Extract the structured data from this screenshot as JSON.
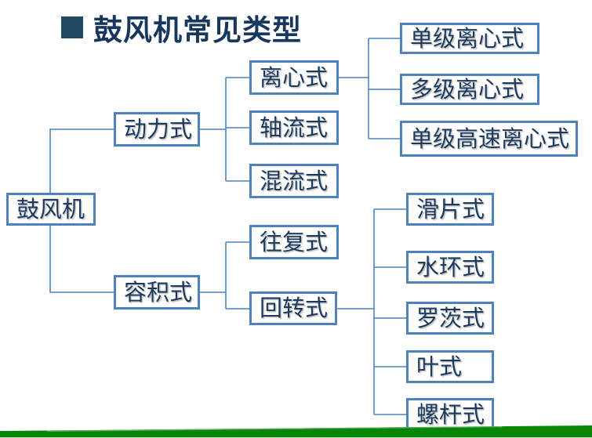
{
  "slide": {
    "title": "鼓风机常见类型",
    "title_bullet": "filled-square"
  },
  "diagram": {
    "type": "tree",
    "root": "鼓风机",
    "nodes": [
      {
        "id": "root",
        "label": "鼓风机",
        "parent": null,
        "level": 0
      },
      {
        "id": "dynamic",
        "label": "动力式",
        "parent": "root",
        "level": 1
      },
      {
        "id": "posdisp",
        "label": "容积式",
        "parent": "root",
        "level": 1
      },
      {
        "id": "centrif",
        "label": "离心式",
        "parent": "dynamic",
        "level": 2
      },
      {
        "id": "axial",
        "label": "轴流式",
        "parent": "dynamic",
        "level": 2
      },
      {
        "id": "mixed",
        "label": "混流式",
        "parent": "dynamic",
        "level": 2
      },
      {
        "id": "recip",
        "label": "往复式",
        "parent": "posdisp",
        "level": 2
      },
      {
        "id": "rotary",
        "label": "回转式",
        "parent": "posdisp",
        "level": 2
      },
      {
        "id": "single",
        "label": "单级离心式",
        "parent": "centrif",
        "level": 3
      },
      {
        "id": "multi",
        "label": "多级离心式",
        "parent": "centrif",
        "level": 3
      },
      {
        "id": "highspeed",
        "label": "单级高速离心式",
        "parent": "centrif",
        "level": 3
      },
      {
        "id": "sliding",
        "label": "滑片式",
        "parent": "rotary",
        "level": 3
      },
      {
        "id": "waterring",
        "label": "水环式",
        "parent": "rotary",
        "level": 3
      },
      {
        "id": "roots",
        "label": "罗茨式",
        "parent": "rotary",
        "level": 3
      },
      {
        "id": "vane",
        "label": "叶式",
        "parent": "rotary",
        "level": 3
      },
      {
        "id": "screw",
        "label": "螺杆式",
        "parent": "rotary",
        "level": 3
      }
    ]
  },
  "colors": {
    "box_border": "#4F81BD",
    "connector": "#4F81BD",
    "box_text": "#1C3A5E",
    "title_text": "#17375E",
    "title_bullet": "#1F4862",
    "footer_green": "#078607",
    "footer_highlight": "#5FAE5F",
    "background": "#FFFFFF"
  }
}
